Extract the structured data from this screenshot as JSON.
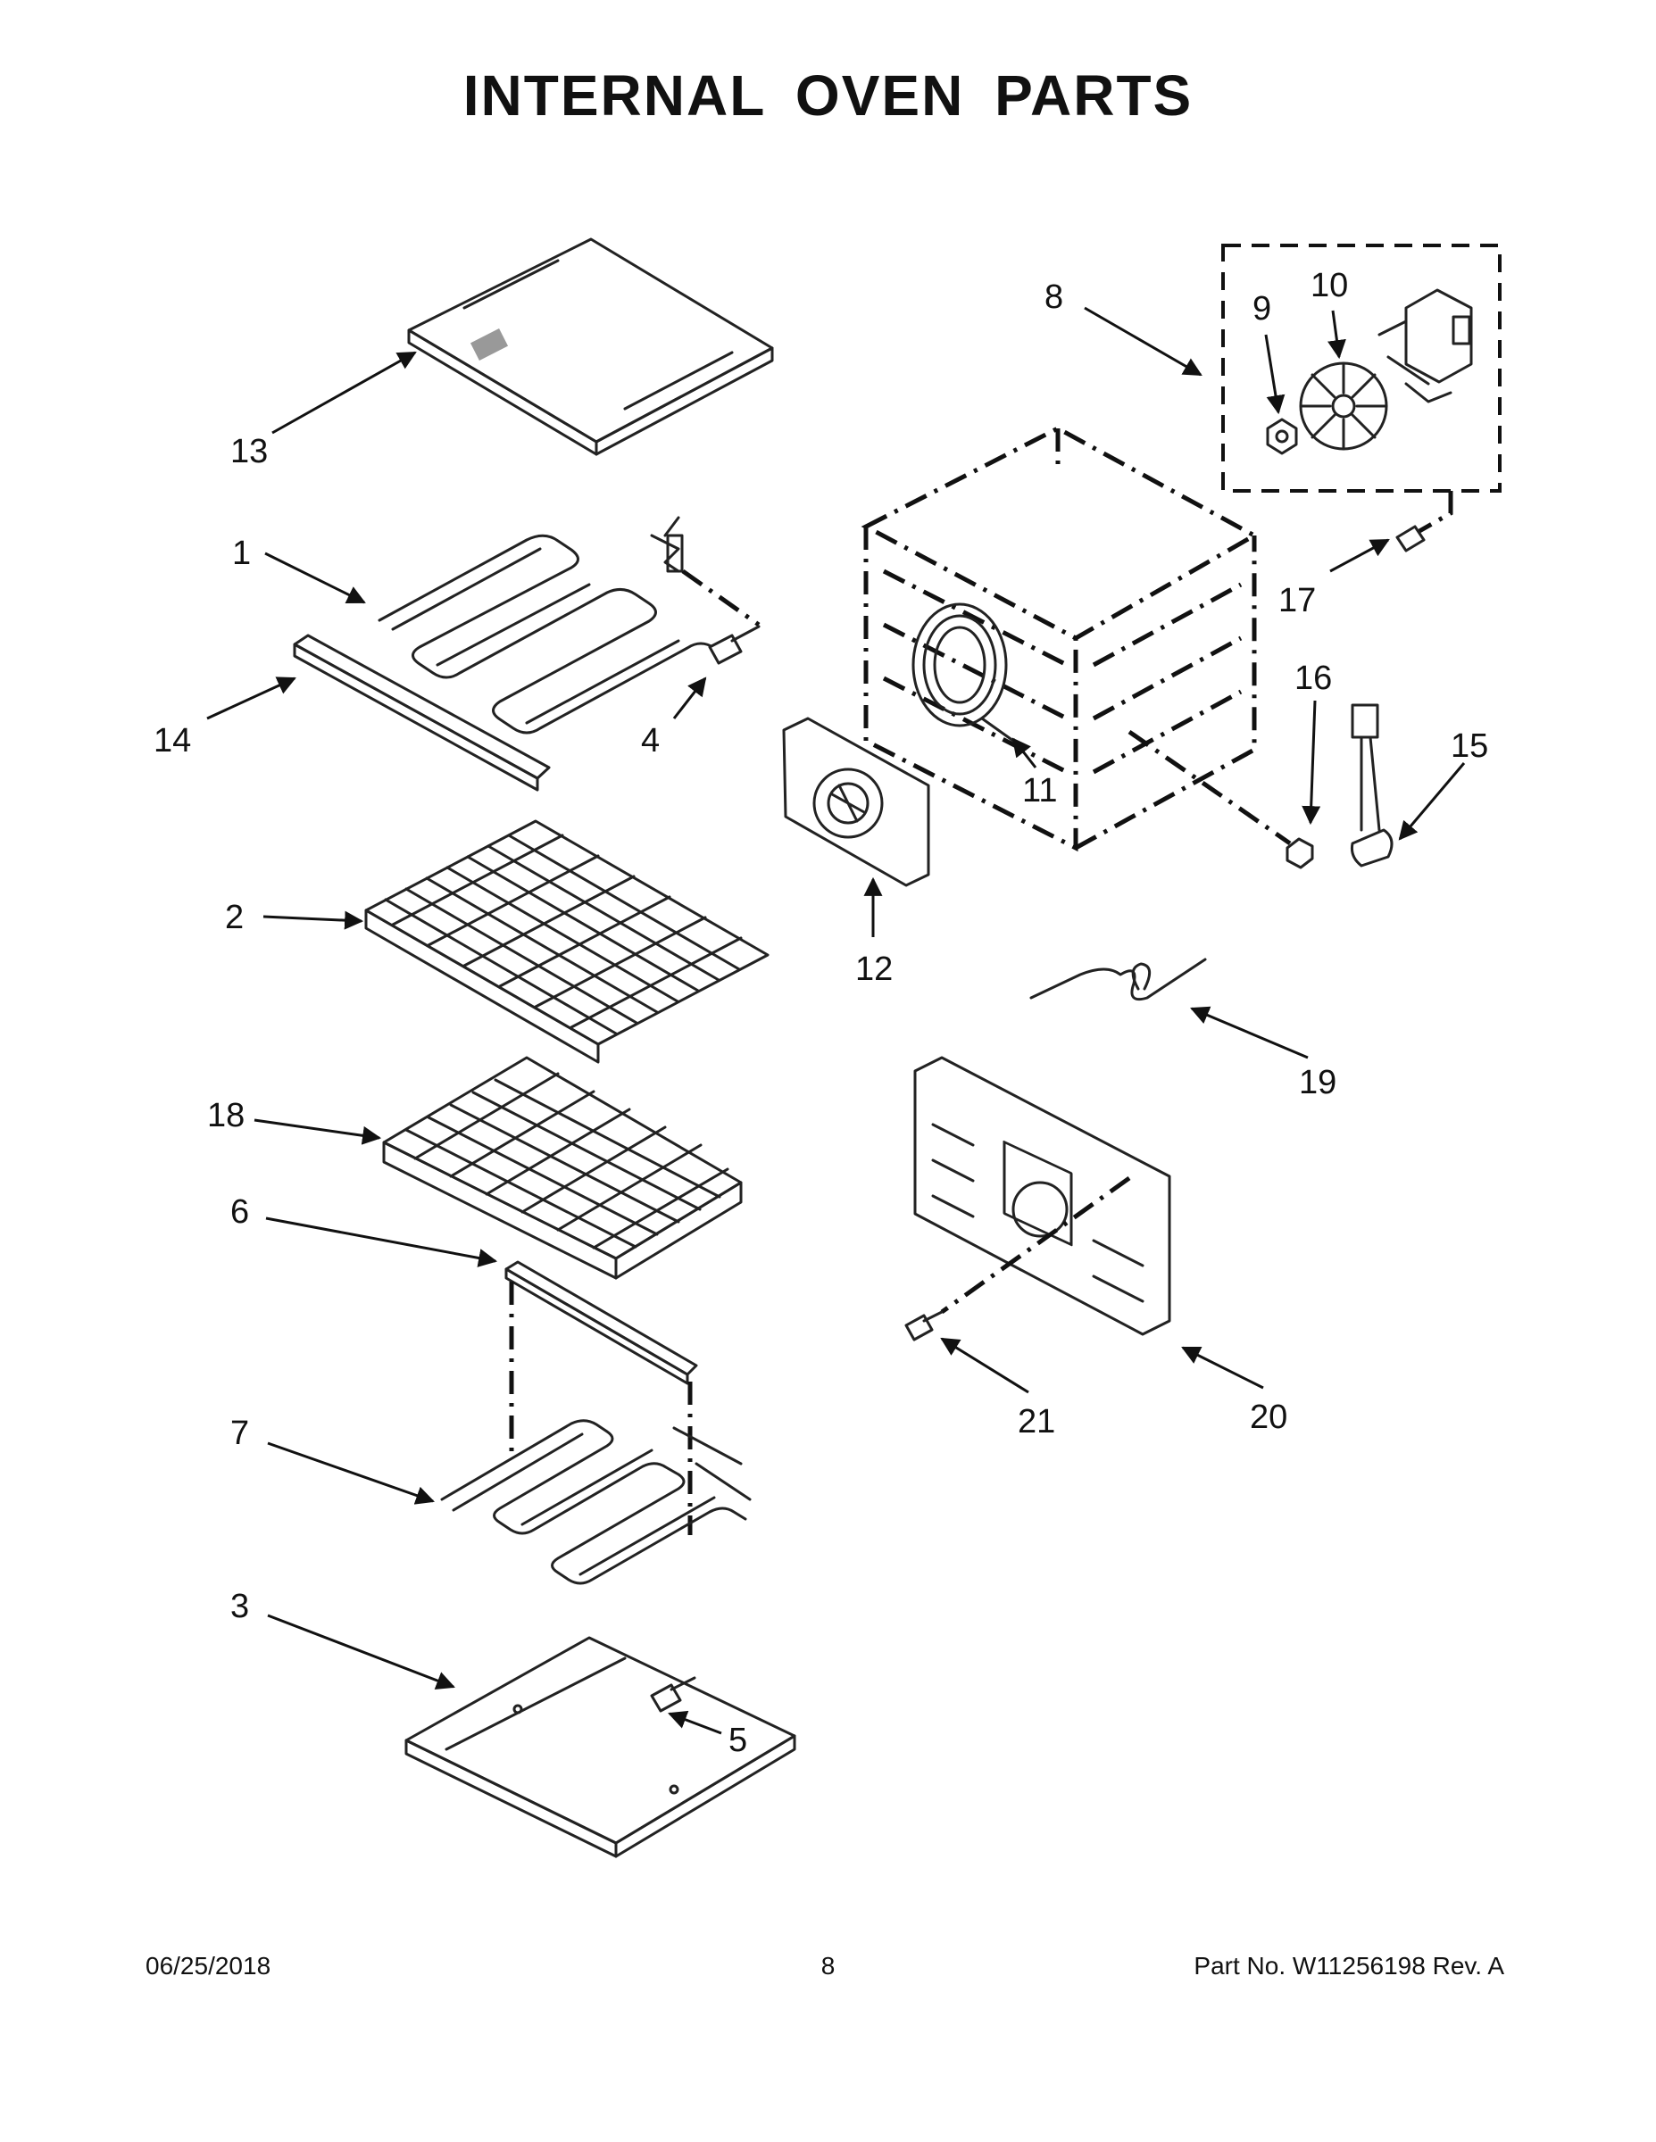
{
  "title": "INTERNAL OVEN PARTS",
  "callouts": {
    "c1": "1",
    "c2": "2",
    "c3": "3",
    "c4": "4",
    "c5": "5",
    "c6": "6",
    "c7": "7",
    "c8": "8",
    "c9": "9",
    "c10": "10",
    "c11": "11",
    "c12": "12",
    "c13": "13",
    "c14": "14",
    "c15": "15",
    "c16": "16",
    "c17": "17",
    "c18": "18",
    "c19": "19",
    "c20": "20",
    "c21": "21"
  },
  "footer": {
    "date": "06/25/2018",
    "page": "8",
    "part_no": "Part No.  W11256198  Rev.  A"
  }
}
